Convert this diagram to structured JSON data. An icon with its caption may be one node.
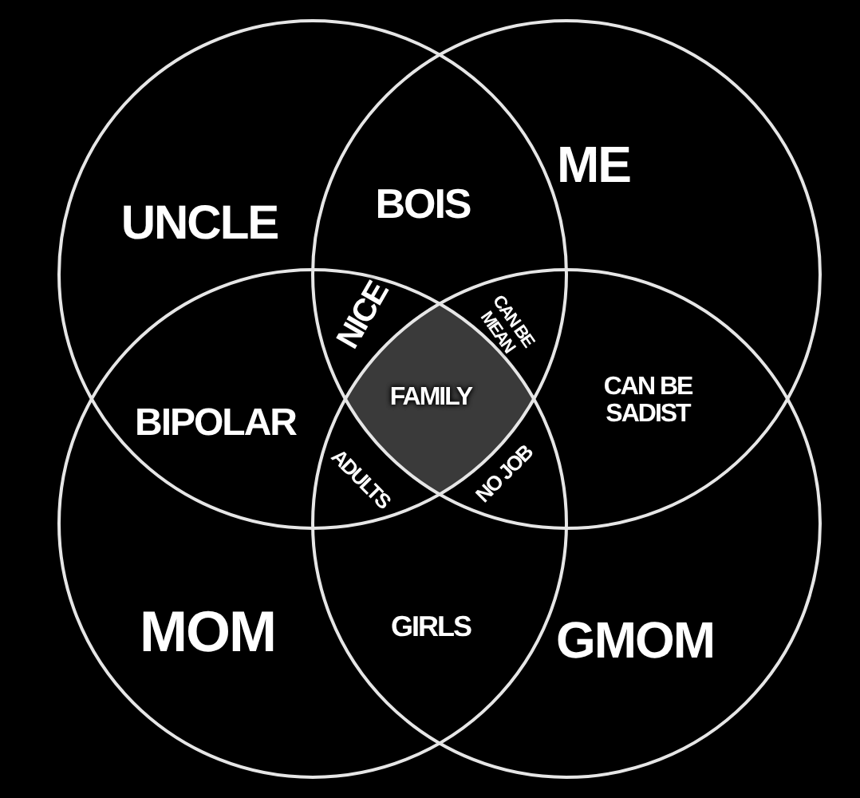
{
  "diagram": {
    "nodes": [
      {
        "text": [
          "UNCLE"
        ]
      },
      {
        "text": [
          "ME"
        ]
      },
      {
        "text": [
          "MOM"
        ]
      },
      {
        "text": [
          "GMOM"
        ]
      }
    ],
    "labels": [
      "BOIS",
      "NICE",
      "CAN BE MEAN",
      "CAN BE SADIST",
      "BIPOLAR",
      "FAMILY",
      "ADULTS",
      "NO JOB",
      "GIRLS"
    ]
  }
}
